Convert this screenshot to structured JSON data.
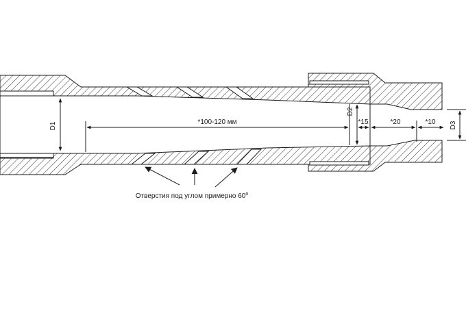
{
  "labels": {
    "d1": "D1",
    "d2": "D2",
    "d3": "D3",
    "length": "*100-120 мм",
    "dim15": "*15",
    "dim20": "*20",
    "dim10": "*10"
  },
  "caption": {
    "text": "Отверстия под углом примерно 60",
    "degree": "o"
  }
}
